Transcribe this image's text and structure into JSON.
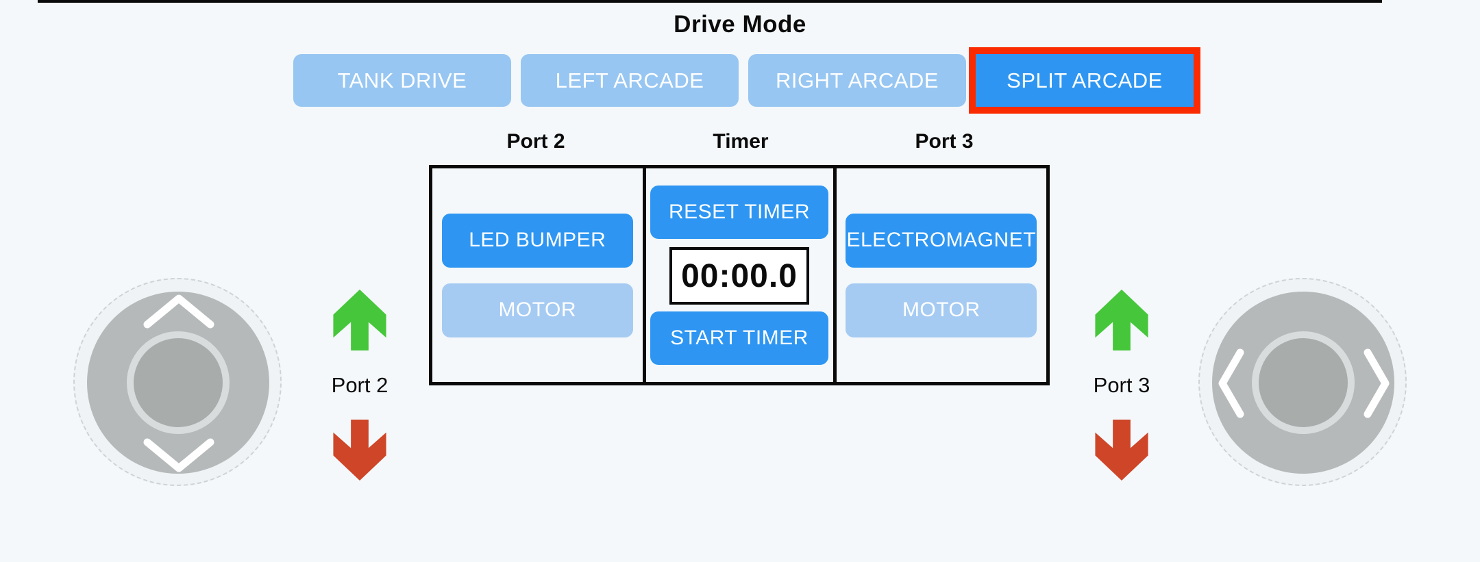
{
  "title": "Drive Mode",
  "drive_mode": {
    "options": [
      {
        "label": "TANK DRIVE",
        "selected": false
      },
      {
        "label": "LEFT ARCADE",
        "selected": false
      },
      {
        "label": "RIGHT ARCADE",
        "selected": false
      },
      {
        "label": "SPLIT ARCADE",
        "selected": true,
        "highlighted": true
      }
    ]
  },
  "panel": {
    "port2": {
      "header": "Port 2",
      "buttons": [
        {
          "label": "LED BUMPER",
          "state": "on"
        },
        {
          "label": "MOTOR",
          "state": "off"
        }
      ]
    },
    "timer": {
      "header": "Timer",
      "reset_label": "RESET TIMER",
      "value": "00:00.0",
      "start_label": "START TIMER"
    },
    "port3": {
      "header": "Port 3",
      "buttons": [
        {
          "label": "ELECTROMAGNET",
          "state": "on"
        },
        {
          "label": "MOTOR",
          "state": "off"
        }
      ]
    }
  },
  "left_control": {
    "port_label": "Port 2",
    "joystick_axis": "vertical"
  },
  "right_control": {
    "port_label": "Port 3",
    "joystick_axis": "horizontal"
  },
  "colors": {
    "background": "#f4f8fa",
    "active_blue": "#2e96f2",
    "inactive_blue": "#97c6f2",
    "light_blue": "#a6cbf3",
    "highlight_red": "#fb2b01",
    "arrow_green": "#46c63a",
    "arrow_red": "#ce4527",
    "joystick_gray": "#b6b9b9"
  }
}
